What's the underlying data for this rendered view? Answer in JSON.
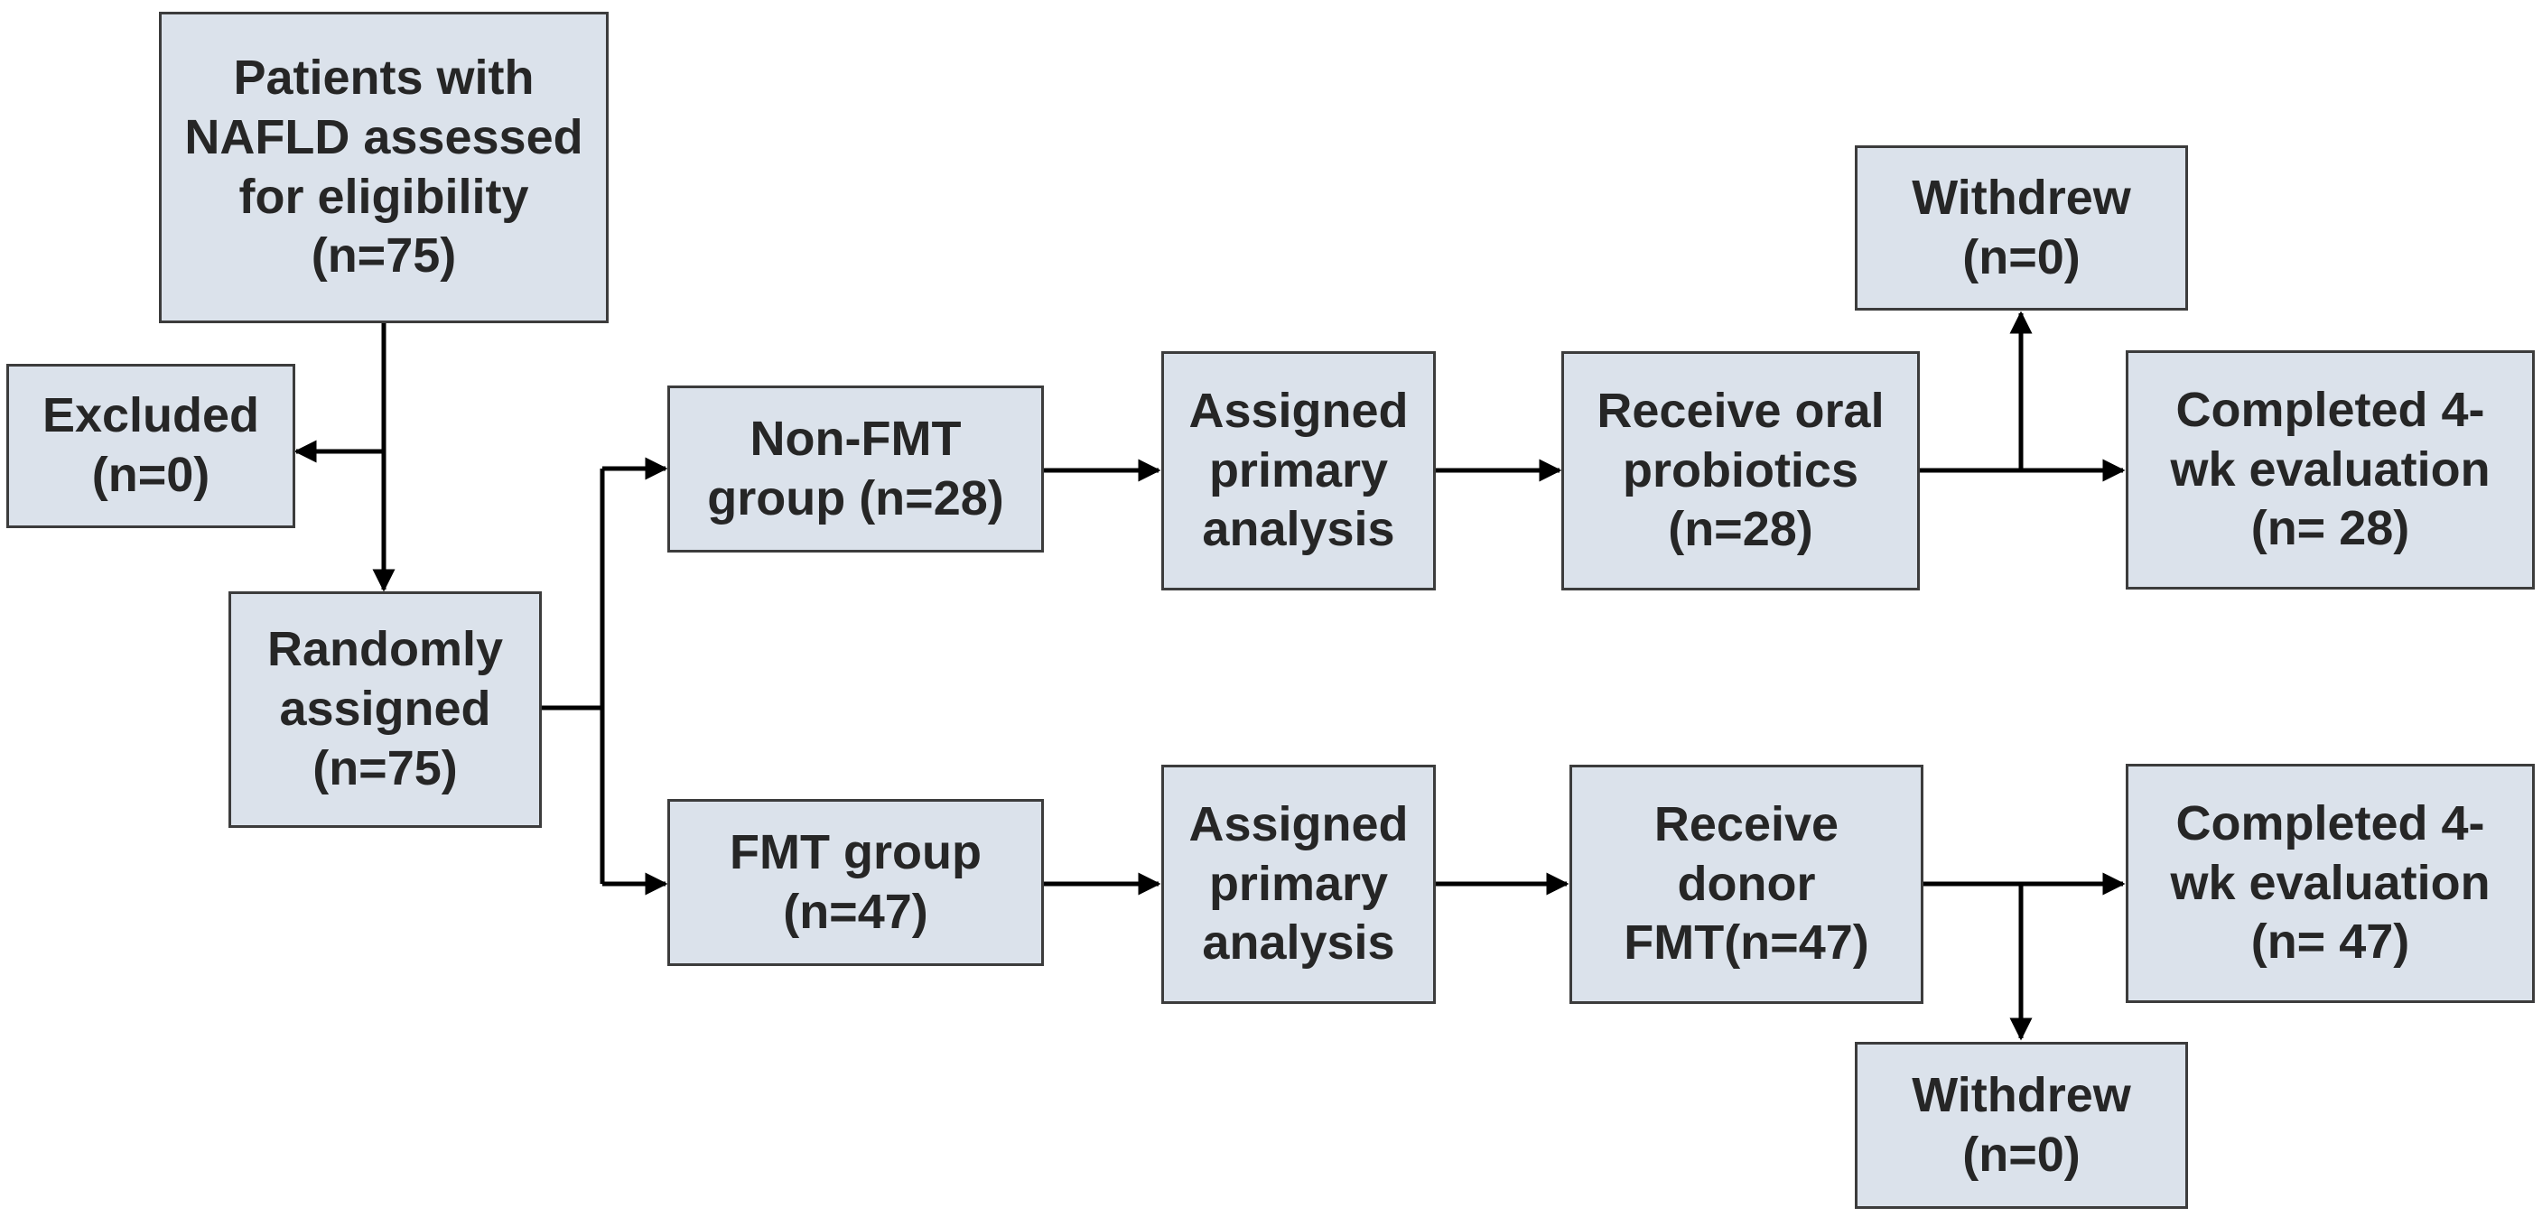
{
  "colors": {
    "box_fill": "#dbe2eb",
    "box_border": "#3c3c3c",
    "arrow": "#000000",
    "text": "#262626"
  },
  "nodes": {
    "eligibility": {
      "lines": [
        "Patients with",
        "NAFLD assessed",
        "for eligibility",
        "(n=75)"
      ]
    },
    "excluded": {
      "lines": [
        "Excluded",
        "(n=0)"
      ]
    },
    "randomized": {
      "lines": [
        "Randomly",
        "assigned",
        "(n=75)"
      ]
    },
    "non_fmt_group": {
      "lines": [
        "Non-FMT",
        "group (n=28)"
      ]
    },
    "fmt_group": {
      "lines": [
        "FMT group",
        "(n=47)"
      ]
    },
    "non_fmt_primary": {
      "lines": [
        "Assigned",
        "primary",
        "analysis"
      ]
    },
    "fmt_primary": {
      "lines": [
        "Assigned",
        "primary",
        "analysis"
      ]
    },
    "oral_probiotics": {
      "lines": [
        "Receive oral",
        "probiotics",
        "(n=28)"
      ]
    },
    "donor_fmt": {
      "lines": [
        "Receive",
        "donor",
        "FMT(n=47)"
      ]
    },
    "withdrew_top": {
      "lines": [
        "Withdrew",
        "(n=0)"
      ]
    },
    "withdrew_bottom": {
      "lines": [
        "Withdrew",
        "(n=0)"
      ]
    },
    "completed_non_fmt": {
      "lines": [
        "Completed 4-",
        "wk evaluation",
        "(n= 28)"
      ]
    },
    "completed_fmt": {
      "lines": [
        "Completed 4-",
        "wk evaluation",
        "(n= 47)"
      ]
    }
  }
}
